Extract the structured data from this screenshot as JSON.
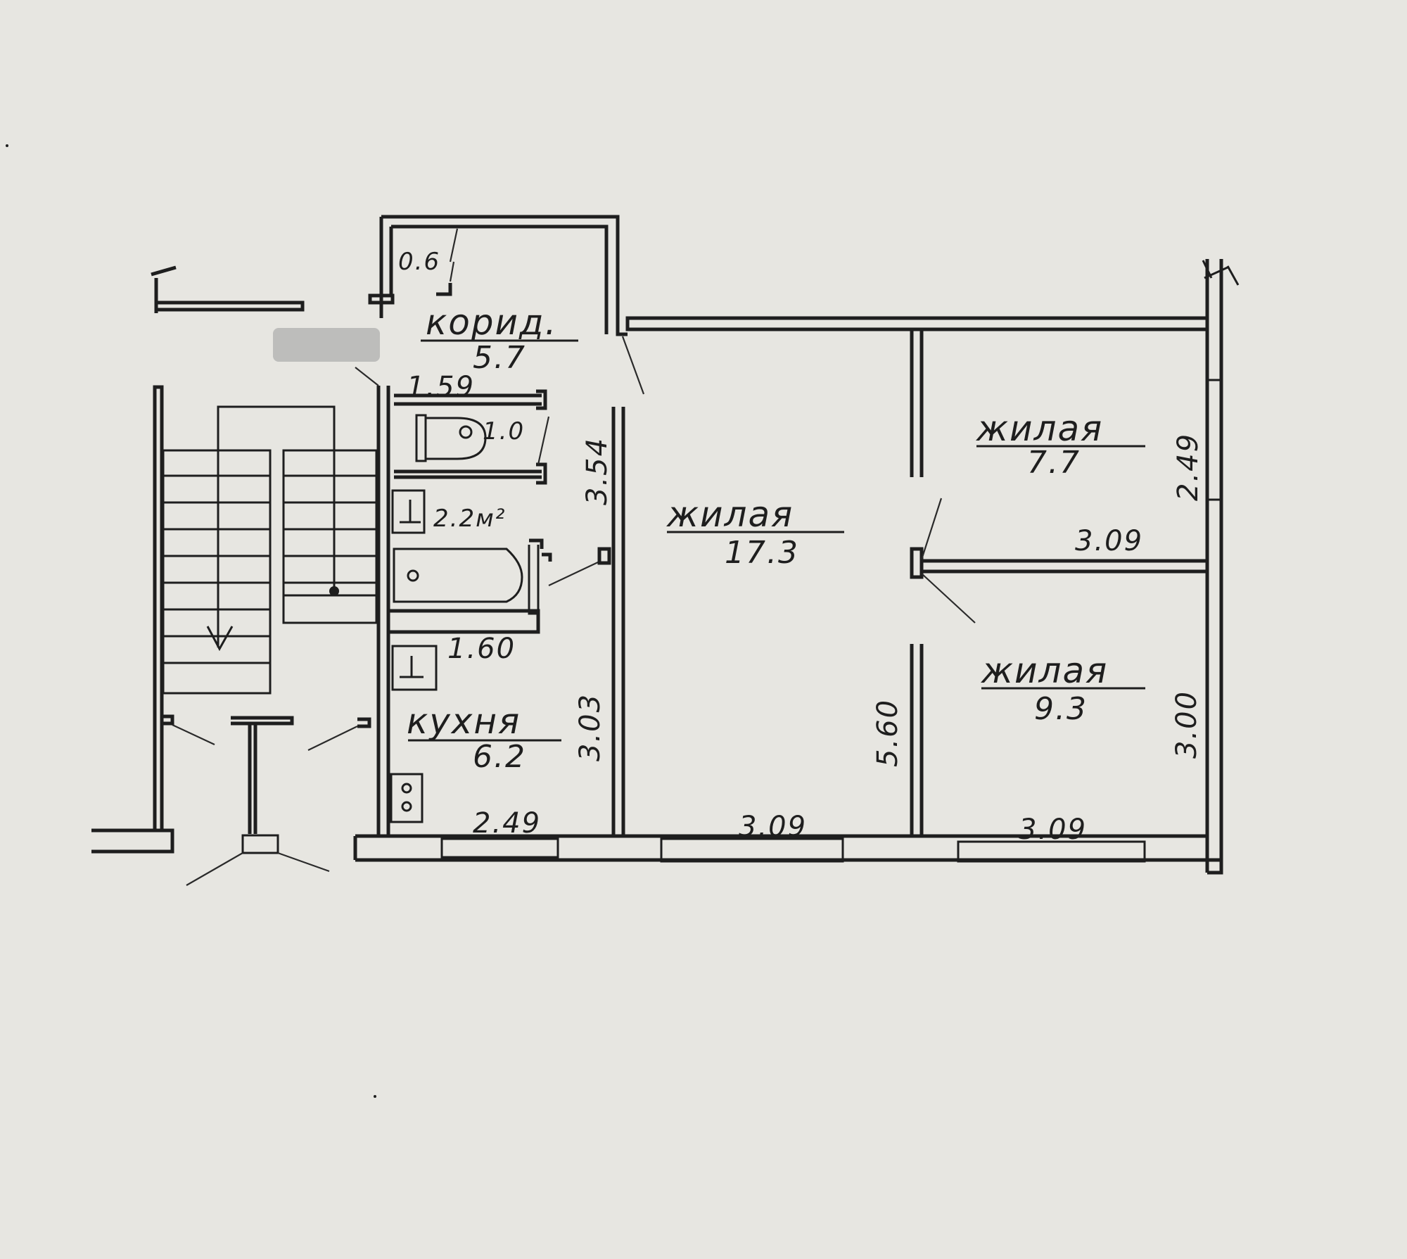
{
  "rooms": {
    "living_big": {
      "label": "жилая",
      "area": "17.3"
    },
    "living_top_right": {
      "label": "жилая",
      "area": "7.7"
    },
    "living_bottom_right": {
      "label": "жилая",
      "area": "9.3"
    },
    "corridor": {
      "label": "корид.",
      "area": "5.7"
    },
    "kitchen": {
      "label": "кухня",
      "area": "6.2"
    },
    "toilet": {
      "area": "1.0"
    },
    "bathroom": {
      "area": "2.2м²"
    },
    "closet": {
      "area": "0.6"
    }
  },
  "dimensions": {
    "corridor_width": "1.59",
    "toilet_bath_height": "3.54",
    "bath_width": "1.60",
    "kitchen_height": "3.03",
    "kitchen_width": "2.49",
    "living_big_width": "3.09",
    "living_right_width": "3.09",
    "partition_height": "5.60",
    "right_room_top_width": "3.09",
    "right_room_top_height": "2.49",
    "right_room_bottom_height": "3.00"
  }
}
